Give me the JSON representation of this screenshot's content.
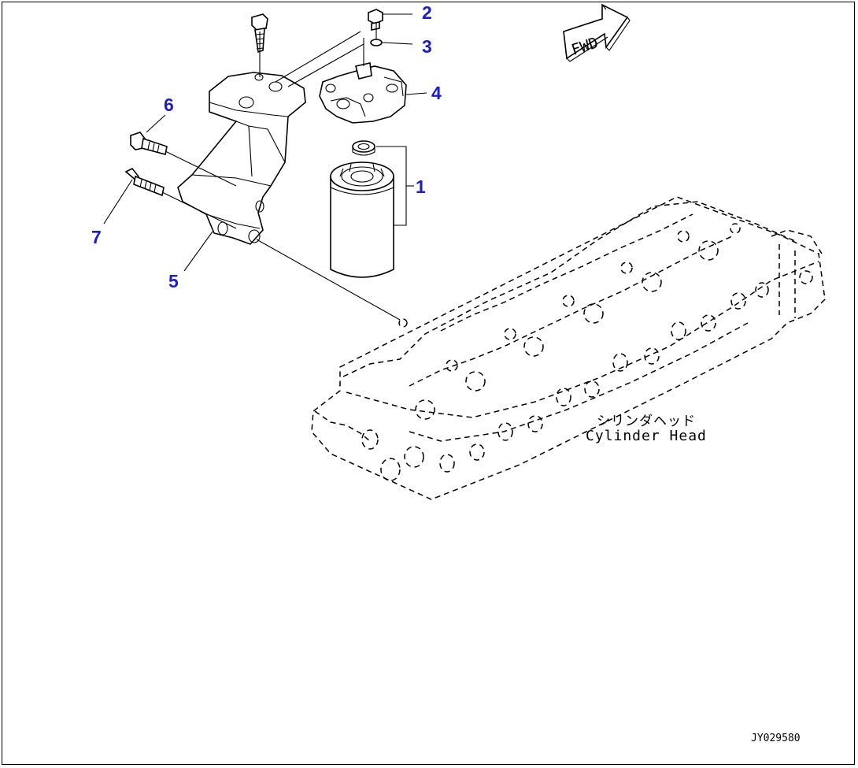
{
  "callouts": [
    {
      "id": "1",
      "text": "1"
    },
    {
      "id": "2",
      "text": "2"
    },
    {
      "id": "3",
      "text": "3"
    },
    {
      "id": "4",
      "text": "4"
    },
    {
      "id": "5",
      "text": "5"
    },
    {
      "id": "6",
      "text": "6"
    },
    {
      "id": "7",
      "text": "7"
    }
  ],
  "labels": {
    "fwd": "FWD",
    "cylinder_head_jp": "シリンダヘッド",
    "cylinder_head_en": "Cylinder Head",
    "drawing_number": "JY029580"
  },
  "colors": {
    "callout": "#1c1cc8",
    "line": "#000000",
    "background": "#ffffff"
  }
}
